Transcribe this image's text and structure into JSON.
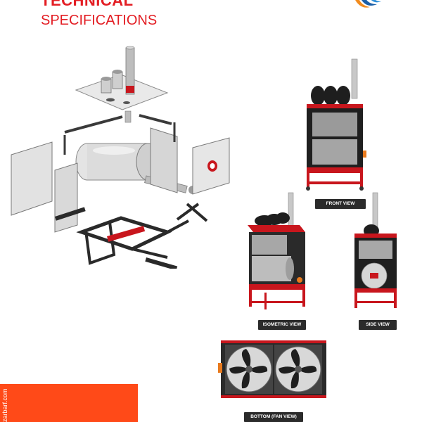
{
  "header": {
    "title_line1": "TECHNICAL",
    "title_line2": "SPECIFICATIONS"
  },
  "colors": {
    "accent": "#e31e24",
    "footer": "#ff4a18",
    "frame": "#c8161d"
  },
  "views": {
    "front": "FRONT VIEW",
    "isometric": "ISOMETRIC VIEW",
    "side": "SIDE VIEW",
    "bottom": "BOTTOM (FAN VIEW)"
  },
  "footer": {
    "website": "zarbarf.com"
  }
}
